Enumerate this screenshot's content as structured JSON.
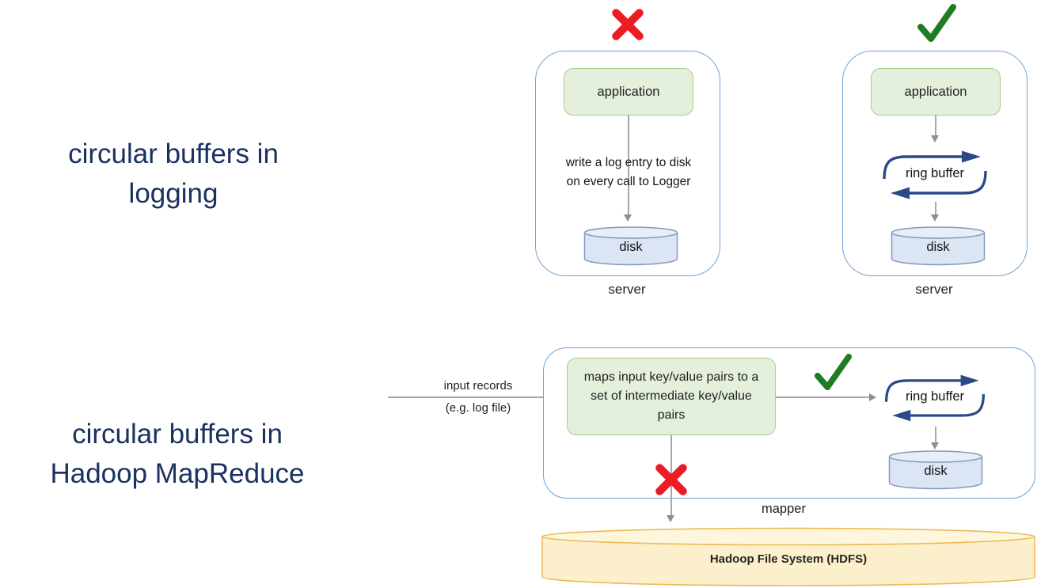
{
  "colors": {
    "title_navy": "#1b3160",
    "frame_border_blue": "#71a3d6",
    "green_fill": "#e4f0dc",
    "green_border": "#a6cc8f",
    "disk_fill": "#dbe5f4",
    "disk_top_fill": "#e8eef8",
    "disk_border": "#8498c0",
    "ring_arrow_navy": "#2a4a87",
    "connector_gray": "#a8a8a8",
    "cross_red": "#ec1c24",
    "check_green": "#1e7d22",
    "hdfs_fill": "#fcf0cc",
    "hdfs_top_fill": "#fdf6dd",
    "hdfs_border": "#ecba55"
  },
  "section_logging": {
    "title_line1": "circular buffers in",
    "title_line2": "logging",
    "bad": {
      "mark": "cross",
      "application": "application",
      "note_line1": "write a log entry to disk",
      "note_line2": "on every call to Logger",
      "disk": "disk",
      "caption": "server"
    },
    "good": {
      "mark": "check",
      "application": "application",
      "ring_buffer": "ring buffer",
      "disk": "disk",
      "caption": "server"
    }
  },
  "section_mapreduce": {
    "title_line1": "circular buffers in",
    "title_line2": "Hadoop MapReduce",
    "input_line1": "input records",
    "input_line2": "(e.g. log file)",
    "map_text": "maps input key/value pairs to a set of intermediate key/value pairs",
    "good_mark": "check",
    "bad_mark": "cross",
    "ring_buffer": "ring buffer",
    "disk": "disk",
    "caption": "mapper",
    "hdfs": "Hadoop File System (HDFS)"
  }
}
